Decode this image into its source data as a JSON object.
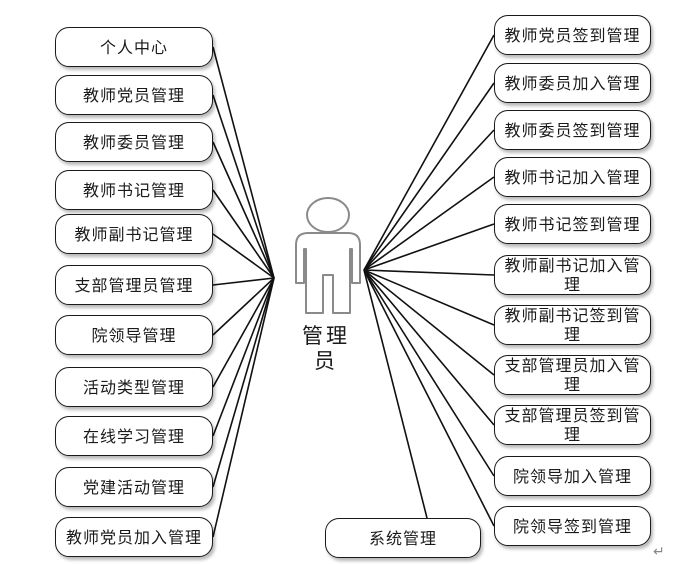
{
  "actor": {
    "label": "管理员",
    "icon": "user-figure-icon"
  },
  "left_use_cases": [
    "个人中心",
    "教师党员管理",
    "教师委员管理",
    "教师书记管理",
    "教师副书记管理",
    "支部管理员管理",
    "院领导管理",
    "活动类型管理",
    "在线学习管理",
    "党建活动管理",
    "教师党员加入管理"
  ],
  "right_use_cases": [
    "教师党员签到管理",
    "教师委员加入管理",
    "教师委员签到管理",
    "教师书记加入管理",
    "教师书记签到管理",
    "教师副书记加入管理",
    "教师副书记签到管理",
    "支部管理员加入管理",
    "支部管理员签到管理",
    "院领导加入管理",
    "院领导签到管理"
  ],
  "bottom_use_case": "系统管理",
  "paragraph_mark": "↵"
}
